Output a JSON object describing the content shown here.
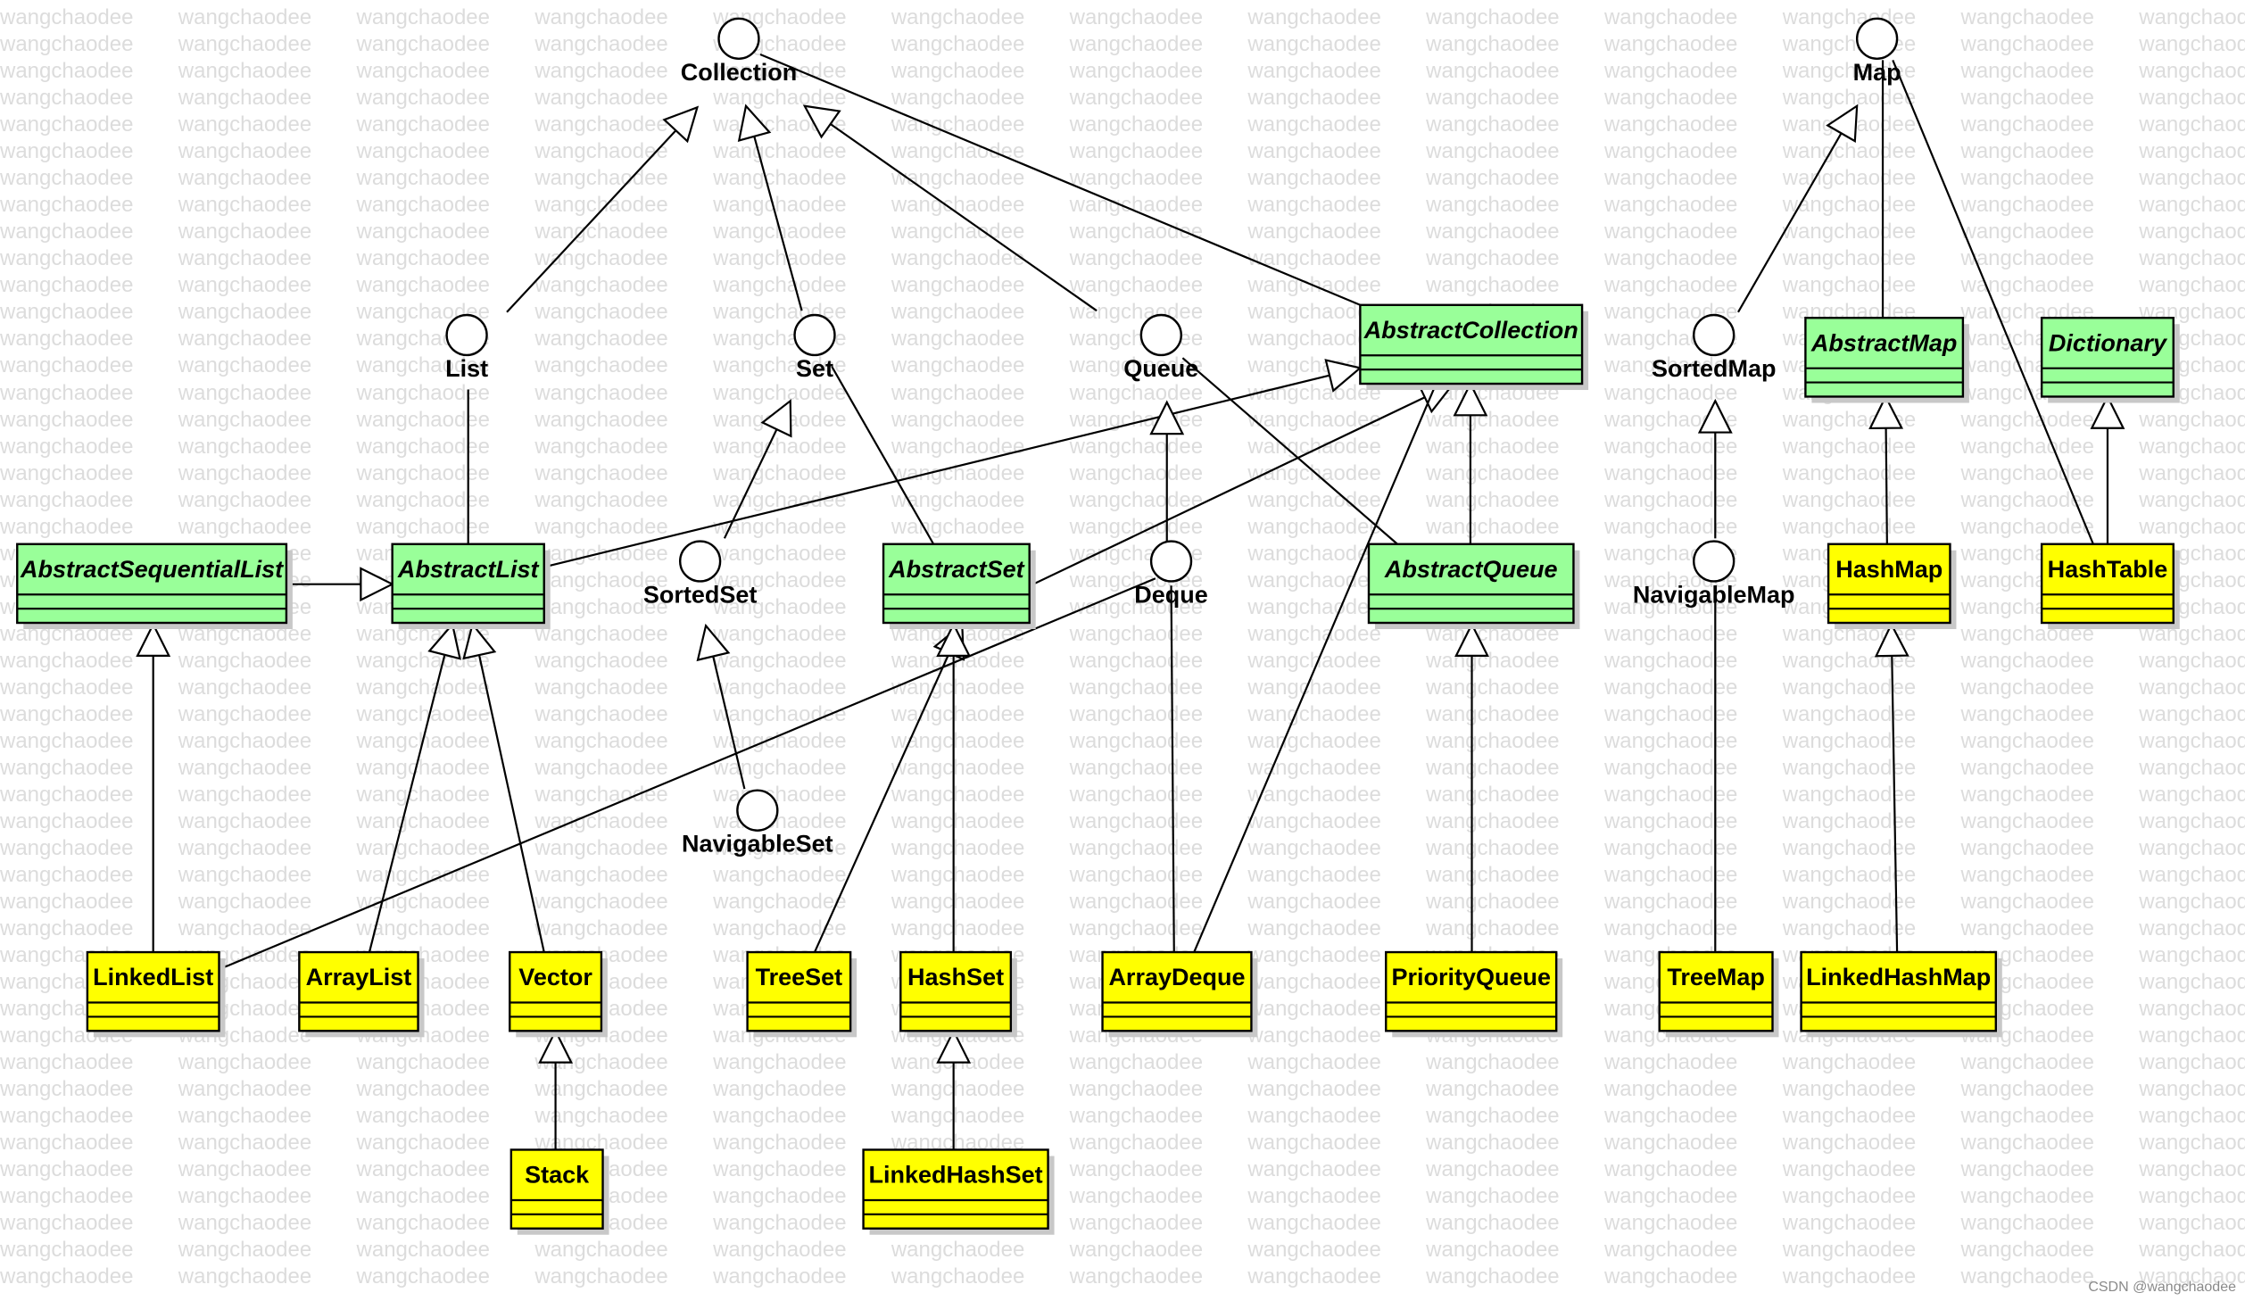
{
  "watermark_text": "wangchaodee",
  "credit": "CSDN @wangchaodee",
  "colors": {
    "abstract_fill": "#99ff99",
    "concrete_fill": "#ffff00",
    "border": "#000000",
    "watermark": "#dcdcdc"
  },
  "interfaces": [
    {
      "id": "Collection",
      "label": "Collection"
    },
    {
      "id": "List",
      "label": "List"
    },
    {
      "id": "Set",
      "label": "Set"
    },
    {
      "id": "Queue",
      "label": "Queue"
    },
    {
      "id": "SortedSet",
      "label": "SortedSet"
    },
    {
      "id": "Deque",
      "label": "Deque"
    },
    {
      "id": "NavigableSet",
      "label": "NavigableSet"
    },
    {
      "id": "Map",
      "label": "Map"
    },
    {
      "id": "SortedMap",
      "label": "SortedMap"
    },
    {
      "id": "NavigableMap",
      "label": "NavigableMap"
    }
  ],
  "classes": [
    {
      "id": "AbstractCollection",
      "label": "AbstractCollection",
      "abstract": true
    },
    {
      "id": "AbstractSequentialList",
      "label": "AbstractSequentialList",
      "abstract": true
    },
    {
      "id": "AbstractList",
      "label": "AbstractList",
      "abstract": true
    },
    {
      "id": "AbstractSet",
      "label": "AbstractSet",
      "abstract": true
    },
    {
      "id": "AbstractQueue",
      "label": "AbstractQueue",
      "abstract": true
    },
    {
      "id": "AbstractMap",
      "label": "AbstractMap",
      "abstract": true
    },
    {
      "id": "Dictionary",
      "label": "Dictionary",
      "abstract": true
    },
    {
      "id": "HashMap",
      "label": "HashMap",
      "abstract": false
    },
    {
      "id": "HashTable",
      "label": "HashTable",
      "abstract": false
    },
    {
      "id": "LinkedList",
      "label": "LinkedList",
      "abstract": false
    },
    {
      "id": "ArrayList",
      "label": "ArrayList",
      "abstract": false
    },
    {
      "id": "Vector",
      "label": "Vector",
      "abstract": false
    },
    {
      "id": "TreeSet",
      "label": "TreeSet",
      "abstract": false
    },
    {
      "id": "HashSet",
      "label": "HashSet",
      "abstract": false
    },
    {
      "id": "ArrayDeque",
      "label": "ArrayDeque",
      "abstract": false
    },
    {
      "id": "PriorityQueue",
      "label": "PriorityQueue",
      "abstract": false
    },
    {
      "id": "TreeMap",
      "label": "TreeMap",
      "abstract": false
    },
    {
      "id": "LinkedHashMap",
      "label": "LinkedHashMap",
      "abstract": false
    },
    {
      "id": "Stack",
      "label": "Stack",
      "abstract": false
    },
    {
      "id": "LinkedHashSet",
      "label": "LinkedHashSet",
      "abstract": false
    }
  ],
  "relations": [
    {
      "from": "List",
      "to": "Collection",
      "kind": "generalization"
    },
    {
      "from": "Set",
      "to": "Collection",
      "kind": "generalization"
    },
    {
      "from": "Queue",
      "to": "Collection",
      "kind": "generalization"
    },
    {
      "from": "AbstractCollection",
      "to": "Collection",
      "kind": "realization"
    },
    {
      "from": "AbstractList",
      "to": "List",
      "kind": "realization"
    },
    {
      "from": "AbstractList",
      "to": "AbstractCollection",
      "kind": "generalization"
    },
    {
      "from": "AbstractSequentialList",
      "to": "AbstractList",
      "kind": "generalization"
    },
    {
      "from": "SortedSet",
      "to": "Set",
      "kind": "generalization"
    },
    {
      "from": "AbstractSet",
      "to": "Set",
      "kind": "realization"
    },
    {
      "from": "Deque",
      "to": "Queue",
      "kind": "generalization"
    },
    {
      "from": "AbstractQueue",
      "to": "Queue",
      "kind": "realization"
    },
    {
      "from": "AbstractQueue",
      "to": "AbstractCollection",
      "kind": "generalization"
    },
    {
      "from": "AbstractSet",
      "to": "AbstractCollection",
      "kind": "generalization"
    },
    {
      "from": "NavigableSet",
      "to": "SortedSet",
      "kind": "generalization"
    },
    {
      "from": "LinkedList",
      "to": "AbstractSequentialList",
      "kind": "generalization"
    },
    {
      "from": "LinkedList",
      "to": "Deque",
      "kind": "realization"
    },
    {
      "from": "ArrayList",
      "to": "AbstractList",
      "kind": "generalization"
    },
    {
      "from": "Vector",
      "to": "AbstractList",
      "kind": "generalization"
    },
    {
      "from": "Stack",
      "to": "Vector",
      "kind": "generalization"
    },
    {
      "from": "TreeSet",
      "to": "AbstractSet",
      "kind": "generalization"
    },
    {
      "from": "TreeSet",
      "to": "NavigableSet",
      "kind": "realization"
    },
    {
      "from": "HashSet",
      "to": "AbstractSet",
      "kind": "generalization"
    },
    {
      "from": "LinkedHashSet",
      "to": "HashSet",
      "kind": "generalization"
    },
    {
      "from": "ArrayDeque",
      "to": "Deque",
      "kind": "realization"
    },
    {
      "from": "ArrayDeque",
      "to": "AbstractCollection",
      "kind": "generalization"
    },
    {
      "from": "PriorityQueue",
      "to": "AbstractQueue",
      "kind": "generalization"
    },
    {
      "from": "SortedMap",
      "to": "Map",
      "kind": "generalization"
    },
    {
      "from": "AbstractMap",
      "to": "Map",
      "kind": "realization"
    },
    {
      "from": "HashTable",
      "to": "Map",
      "kind": "realization"
    },
    {
      "from": "NavigableMap",
      "to": "SortedMap",
      "kind": "generalization"
    },
    {
      "from": "TreeMap",
      "to": "NavigableMap",
      "kind": "realization"
    },
    {
      "from": "HashMap",
      "to": "AbstractMap",
      "kind": "generalization"
    },
    {
      "from": "LinkedHashMap",
      "to": "HashMap",
      "kind": "generalization"
    },
    {
      "from": "HashTable",
      "to": "Dictionary",
      "kind": "generalization"
    }
  ]
}
